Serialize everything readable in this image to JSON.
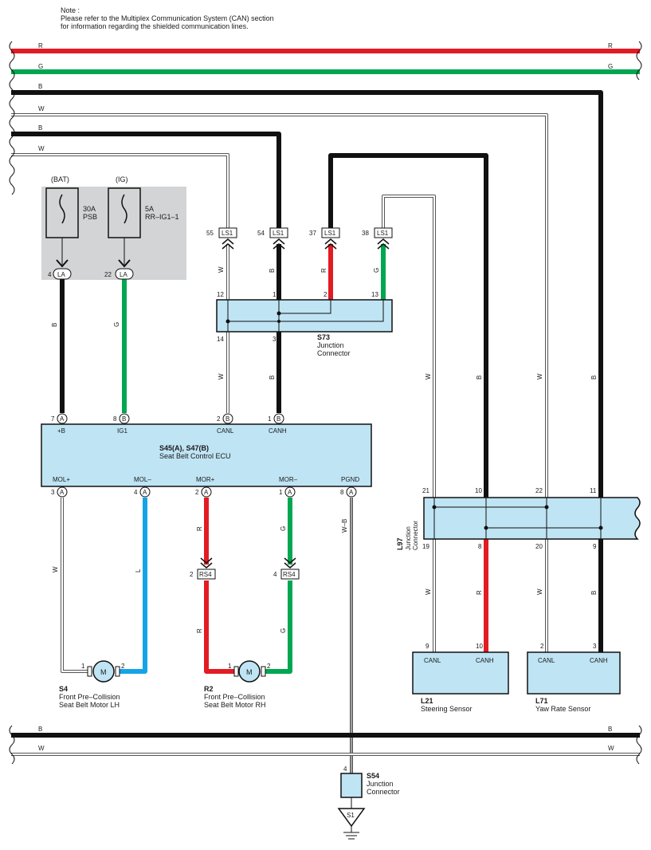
{
  "note": {
    "line1": "Note :",
    "line2": "Please refer to the Multiplex Communication System (CAN) section",
    "line3": "for information regarding the shielded communication lines."
  },
  "bus_labels": {
    "R": "R",
    "G": "G",
    "B": "B",
    "W": "W",
    "WB": "W–B",
    "L": "L"
  },
  "fuses": {
    "bat": {
      "source": "(BAT)",
      "amp": "30A",
      "name": "PSB",
      "pin": "4",
      "conn": "LA"
    },
    "ig": {
      "source": "(IG)",
      "amp": "5A",
      "name": "RR–IG1–1",
      "pin": "22",
      "conn": "LA"
    }
  },
  "ls1": {
    "conn": "LS1",
    "pins": [
      "55",
      "54",
      "37",
      "38"
    ]
  },
  "s73": {
    "code": "S73",
    "name1": "Junction",
    "name2": "Connector",
    "top_pins": [
      "12",
      "1",
      "2",
      "13"
    ],
    "bottom_pins": [
      "14",
      "3"
    ]
  },
  "ecu": {
    "code": "S45(A), S47(B)",
    "name": "Seat Belt Control ECU",
    "top_pins": [
      {
        "num": "7",
        "conn": "A",
        "label": "+B"
      },
      {
        "num": "8",
        "conn": "B",
        "label": "IG1"
      },
      {
        "num": "2",
        "conn": "B",
        "label": "CANL"
      },
      {
        "num": "1",
        "conn": "B",
        "label": "CANH"
      }
    ],
    "bottom_pins": [
      {
        "num": "3",
        "conn": "A",
        "label": "MOL+"
      },
      {
        "num": "4",
        "conn": "A",
        "label": "MOL–"
      },
      {
        "num": "2",
        "conn": "A",
        "label": "MOR+"
      },
      {
        "num": "1",
        "conn": "A",
        "label": "MOR–"
      },
      {
        "num": "8",
        "conn": "A",
        "label": "PGND"
      }
    ]
  },
  "rs4": {
    "conn": "RS4",
    "pin_r": "2",
    "pin_g": "4"
  },
  "motor_lh": {
    "code": "S4",
    "name1": "Front Pre–Collision",
    "name2": "Seat Belt Motor LH",
    "symbol": "M",
    "pin1": "1",
    "pin2": "2"
  },
  "motor_rh": {
    "code": "R2",
    "name1": "Front Pre–Collision",
    "name2": "Seat Belt Motor RH",
    "symbol": "M",
    "pin1": "1",
    "pin2": "2"
  },
  "l97": {
    "code": "L97",
    "name1": "Junction",
    "name2": "Connector",
    "top_pins": [
      "21",
      "10",
      "22",
      "11"
    ],
    "bottom_pins": [
      "19",
      "8",
      "20",
      "9"
    ]
  },
  "l21": {
    "code": "L21",
    "name": "Steering Sensor",
    "pin_l": "9",
    "pin_h": "10",
    "label_l": "CANL",
    "label_h": "CANH"
  },
  "l71": {
    "code": "L71",
    "name": "Yaw Rate Sensor",
    "pin_l": "2",
    "pin_h": "3",
    "label_l": "CANL",
    "label_h": "CANH"
  },
  "s54": {
    "code": "S54",
    "name1": "Junction",
    "name2": "Connector",
    "pin": "4"
  },
  "ground": {
    "label": "S1"
  }
}
